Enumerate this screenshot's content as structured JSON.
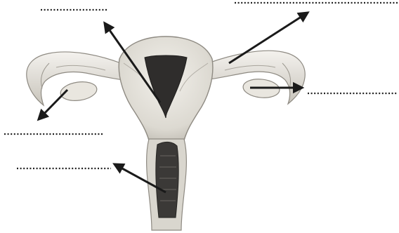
{
  "diagram": {
    "labels": [
      {
        "id": "top-left",
        "text": ""
      },
      {
        "id": "top-right",
        "text": ""
      },
      {
        "id": "right",
        "text": ""
      },
      {
        "id": "left",
        "text": ""
      },
      {
        "id": "bottom-left",
        "text": ""
      }
    ],
    "arrow_count": 5
  },
  "colors": {
    "line": "#1a1a1a",
    "dots": "#222222",
    "tissue": "#e6e3dc",
    "tissue_shade": "#a9a59c",
    "cavity": "#2f2d2c"
  }
}
